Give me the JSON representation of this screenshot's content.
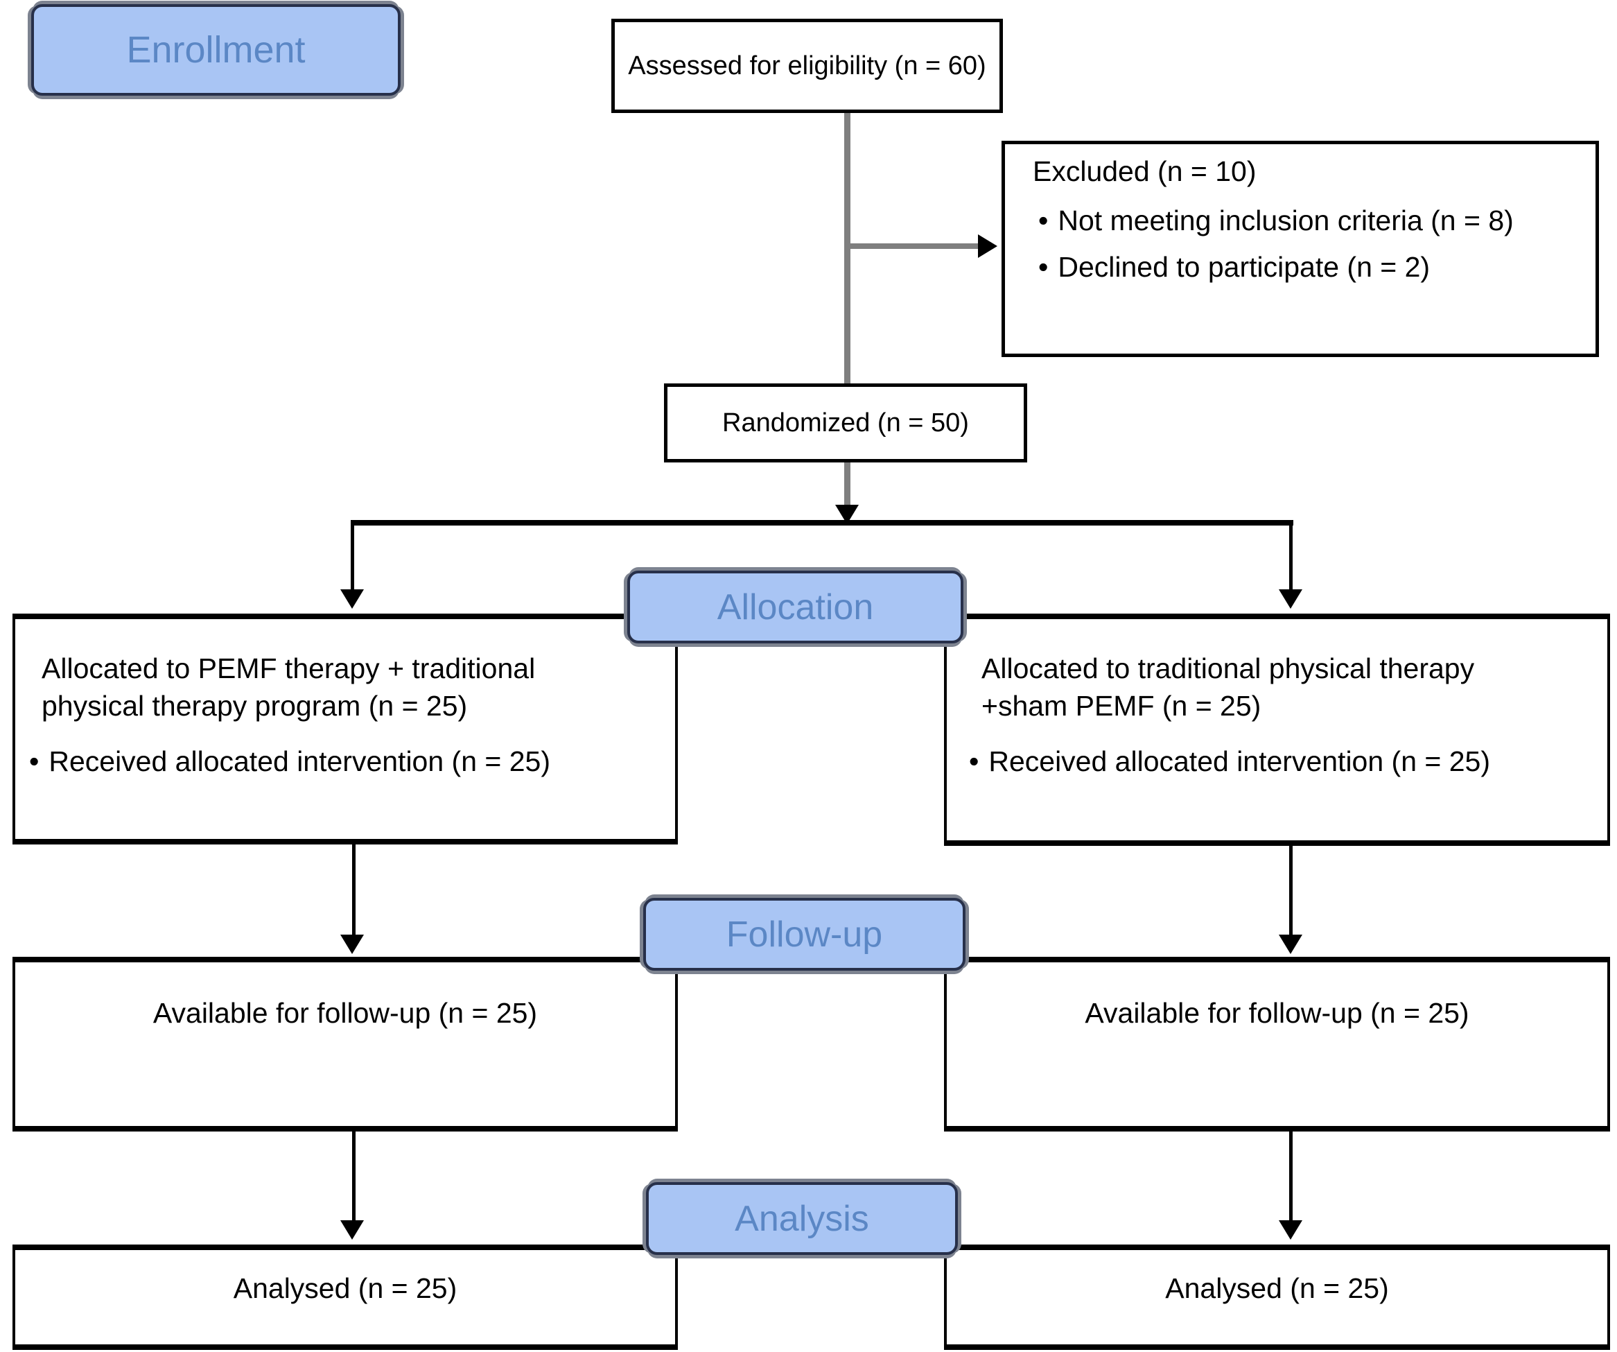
{
  "colors": {
    "background": "#ffffff",
    "badge-fill": "#a9c5f4",
    "badge-border": "#27304a",
    "badge-shadow": "#7d8390",
    "badge-text": "#5b87c5",
    "box-border": "#000000",
    "line-gray": "#7f7f7f",
    "line-black": "#000000"
  },
  "glyphs": {
    "bullet": "•"
  },
  "stages": {
    "enrollment": "Enrollment",
    "allocation": "Allocation",
    "followup": "Follow-up",
    "analysis": "Analysis"
  },
  "boxes": {
    "assessed": {
      "text": "Assessed for eligibility (n = 60)"
    },
    "excluded": {
      "title": "Excluded (n = 10)",
      "items": [
        "Not meeting inclusion criteria (n = 8)",
        "Declined to participate (n = 2)"
      ]
    },
    "randomized": {
      "text": "Randomized (n = 50)"
    },
    "allocation_left": {
      "text": "Allocated to PEMF therapy + traditional\nphysical therapy program (n = 25)",
      "bullets": [
        "Received allocated intervention (n = 25)"
      ]
    },
    "allocation_right": {
      "text": "Allocated to traditional physical therapy\n+sham PEMF (n = 25)",
      "bullets": [
        "Received allocated intervention (n = 25)"
      ]
    },
    "followup_left": {
      "text": "Available for follow-up (n = 25)"
    },
    "followup_right": {
      "text": "Available for follow-up (n = 25)"
    },
    "analysis_left": {
      "text": "Analysed (n = 25)"
    },
    "analysis_right": {
      "text": "Analysed (n = 25)"
    }
  }
}
